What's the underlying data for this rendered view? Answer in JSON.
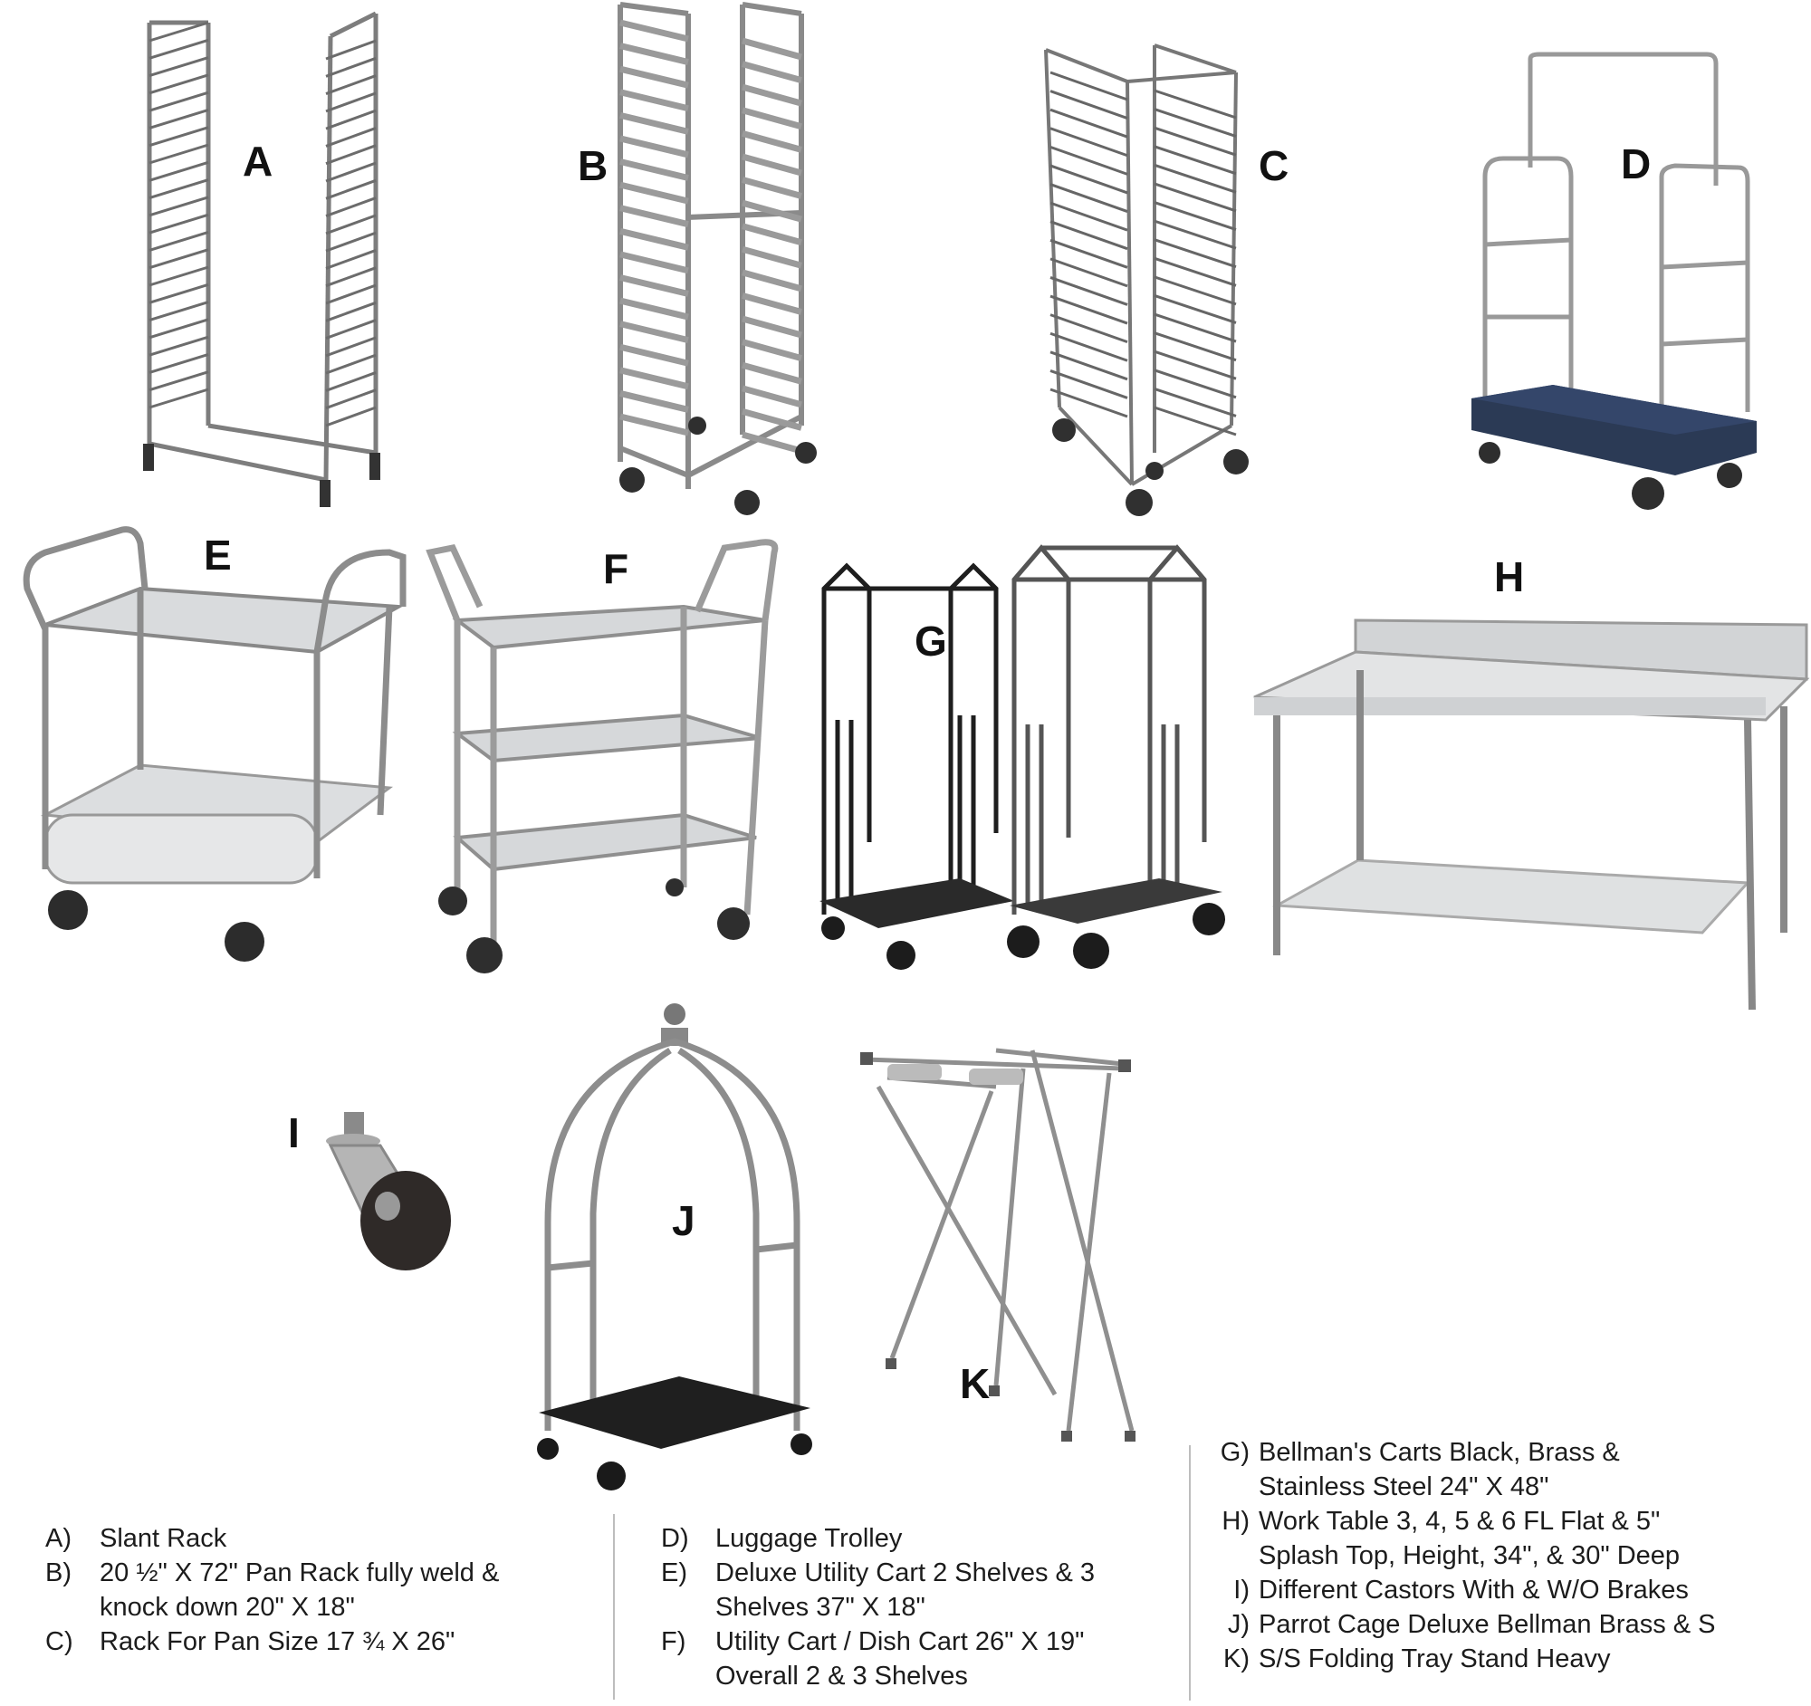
{
  "labels": [
    "A",
    "B",
    "C",
    "D",
    "E",
    "F",
    "G",
    "H",
    "I",
    "J",
    "K"
  ],
  "legend": {
    "col1": [
      {
        "key": "A)",
        "lines": [
          "Slant Rack"
        ]
      },
      {
        "key": "B)",
        "lines": [
          "20 ½\" X 72\" Pan Rack fully weld &",
          "knock down 20\" X 18\""
        ]
      },
      {
        "key": "C)",
        "lines": [
          "Rack For Pan Size 17 ¾ X 26\""
        ]
      }
    ],
    "col2": [
      {
        "key": "D)",
        "lines": [
          "Luggage Trolley"
        ]
      },
      {
        "key": "E)",
        "lines": [
          "Deluxe Utility Cart 2 Shelves & 3",
          "Shelves 37\" X 18\""
        ]
      },
      {
        "key": "F)",
        "lines": [
          "Utility Cart / Dish Cart 26\" X 19\"",
          "Overall 2 & 3 Shelves"
        ]
      }
    ],
    "col3": [
      {
        "key": "G)",
        "lines": [
          "Bellman's Carts Black, Brass &",
          "Stainless Steel 24\" X 48\""
        ]
      },
      {
        "key": "H)",
        "lines": [
          "Work Table 3, 4, 5 & 6 FL Flat & 5\"",
          "Splash Top, Height, 34\", & 30\" Deep"
        ]
      },
      {
        "key": "I)",
        "lines": [
          "Different Castors With & W/O Brakes"
        ]
      },
      {
        "key": "J)",
        "lines": [
          "Parrot Cage Deluxe Bellman Brass & S"
        ]
      },
      {
        "key": "K)",
        "lines": [
          "S/S Folding Tray Stand Heavy"
        ]
      }
    ]
  },
  "colors": {
    "steel": "#8c8c8c",
    "steel_dark": "#5a5a5a",
    "navy": "#2b3a55",
    "black": "#1e1e1e",
    "shelf": "#d7d9db"
  }
}
